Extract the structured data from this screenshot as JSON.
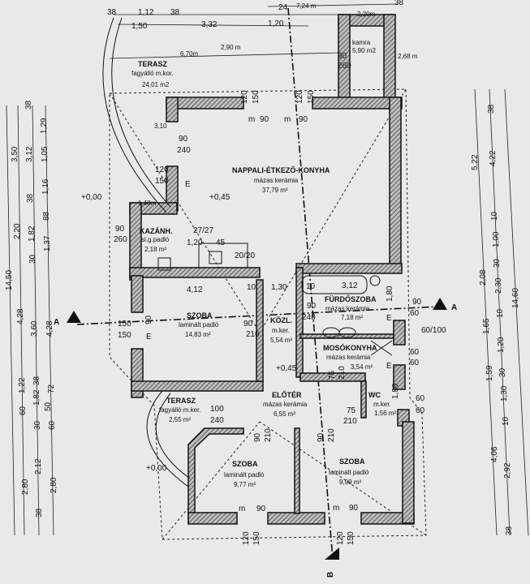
{
  "rooms": {
    "terasz_top": {
      "name": "TERASZ",
      "floor": "fagyálló m.kor.",
      "area": "24,01 m2"
    },
    "kamra": {
      "name": "kamra",
      "area": "5,90 m2",
      "door_w": "90",
      "door_h": "260"
    },
    "nappali": {
      "name": "NAPPALI-ÉTKEZŐ-KONYHA",
      "floor": "mázas kerámia",
      "area": "37,79 m²"
    },
    "kazanh": {
      "name": "KAZÁNH.",
      "floor": "sl.g.padló",
      "area": "2,18 m²"
    },
    "szoba_left": {
      "name": "SZOBA",
      "floor": "laminált padló",
      "area": "14,83 m²"
    },
    "kozl": {
      "name": "KÖZL.",
      "floor": "m.ker.",
      "area": "5,54 m²"
    },
    "furdo": {
      "name": "FÜRDŐSZOBA",
      "floor": "mázas kerámia",
      "area": "7,18 m²"
    },
    "moso": {
      "name": "MOSÓKONYHA",
      "floor": "mázas kerámia",
      "area": "3,54 m²"
    },
    "eloter": {
      "name": "ELŐTÉR",
      "floor": "mázas kerámia",
      "area": "6,55 m²"
    },
    "wc": {
      "name": "WC",
      "floor": "m.ker.",
      "area": "1,56 m²"
    },
    "terasz_small": {
      "name": "TERASZ",
      "floor": "fagyálló m.ker.",
      "area": "2,55 m²"
    },
    "szoba_bl": {
      "name": "SZOBA",
      "floor": "laminált padló",
      "area": "9,77 m²"
    },
    "szoba_br": {
      "name": "SZOBA",
      "floor": "laminált padló",
      "area": "9,99 m²"
    }
  },
  "levels": {
    "inside": "+0,45",
    "inside2": "+0,45",
    "outside": "+0,00",
    "outside2": "+0,00"
  },
  "top_dims": [
    "38",
    "1,12",
    "38",
    "1,50",
    "3,32",
    "1,20",
    "24",
    "7,24 m",
    "2,20m",
    "38",
    "6,70m",
    "2,90 m",
    "2,68 m",
    "3,10",
    "1,48m"
  ],
  "openings": [
    "120",
    "150",
    "120",
    "150",
    "m",
    "90",
    "m",
    "90",
    "90",
    "240",
    "120",
    "150",
    "90",
    "260",
    "27/27",
    "1,20",
    "45",
    "20/20",
    "4,12",
    "10",
    "1,30",
    "10",
    "3,12",
    "1,80",
    "150",
    "150",
    "90",
    "90",
    "210",
    "90",
    "240",
    "90",
    "60",
    "60/100",
    "60",
    "60",
    "75",
    "210",
    "75",
    "210",
    "1,80",
    "60",
    "60",
    "100",
    "240",
    "90",
    "210",
    "90",
    "210",
    "m",
    "90",
    "m",
    "90",
    "120",
    "150",
    "120",
    "150",
    "E",
    "E",
    "E",
    "E"
  ],
  "left_dims": {
    "col1": [
      "14,50",
      "3,50",
      "2,20",
      "4,28",
      "1,22",
      "60",
      "2,80"
    ],
    "col2": [
      "38",
      "3,12",
      "38",
      "1,82",
      "30",
      "3,60",
      "38",
      "1,82",
      "30",
      "2,12",
      "38"
    ],
    "col3": [
      "1,29",
      "1,05",
      "1,16",
      "88",
      "1,37",
      "4,28",
      "72",
      "50",
      "60",
      "2,80"
    ]
  },
  "right_dims": {
    "col1": [
      "5,22",
      "2,08",
      "1,65",
      "1,59",
      "4,06"
    ],
    "col2": [
      "38",
      "4,22",
      "10",
      "1,00",
      "30",
      "2,30",
      "10",
      "1,20",
      "30",
      "1,30",
      "10",
      "2,92",
      "38"
    ],
    "col3": [
      "14,60"
    ]
  },
  "sections": {
    "a_left": "A",
    "a_right": "A",
    "b": "B"
  }
}
